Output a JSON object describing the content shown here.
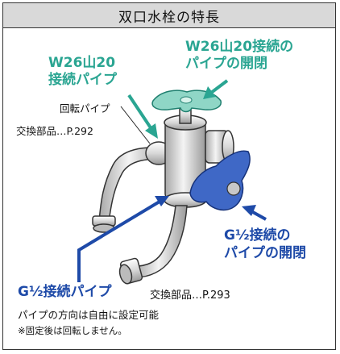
{
  "title": "双口水栓の特長",
  "labels": {
    "w26_pipe_line1": "W26山20",
    "w26_pipe_line2": "接続パイプ",
    "w26_open_line1": "W26山20接続の",
    "w26_open_line2": "パイプの開閉",
    "rotating_pipe": "回転パイプ",
    "part_292": "交換部品…P.292",
    "g12_open_line1": "G½接続の",
    "g12_open_line2": "パイプの開閉",
    "g12_pipe": "G½接続パイプ",
    "part_293": "交換部品…P.293",
    "note1": "パイプの方向は自由に設定可能",
    "note2": "※固定後は回転しません。"
  },
  "colors": {
    "teal": "#2aa592",
    "blue": "#1e4aa8",
    "title_bg": "#d9d9d9"
  }
}
